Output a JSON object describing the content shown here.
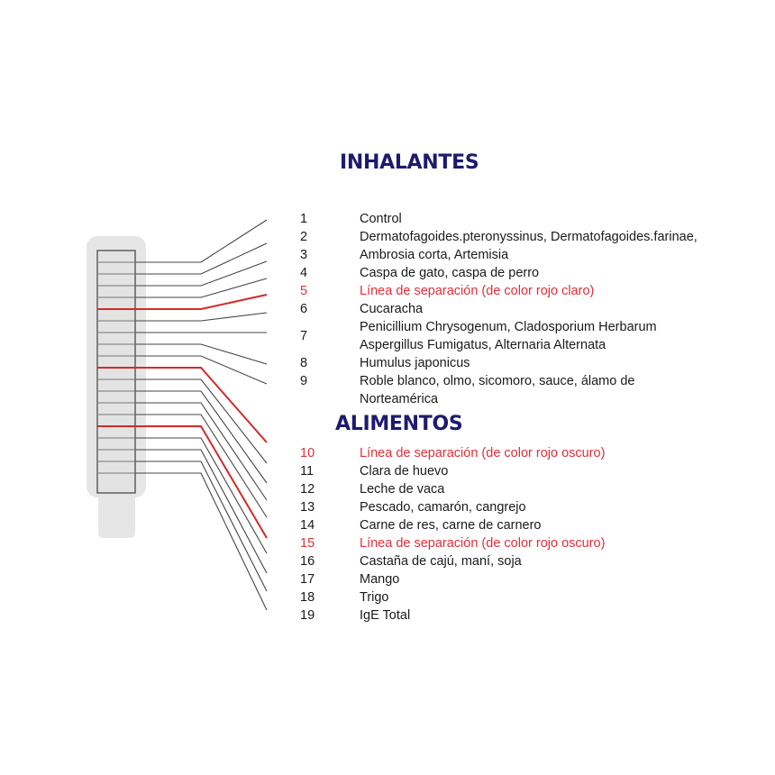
{
  "headings": {
    "inhalantes": "INHALANTES",
    "alimentos": "ALIMENTOS"
  },
  "colors": {
    "heading": "#1e1a6e",
    "red_text": "#e0303a",
    "red_line": "#d42a2a",
    "dark_line": "#444444",
    "strip_pad": "#e6e6e6",
    "strip_band": "#e3e3e3",
    "strip_lines": "#8a8a8a"
  },
  "items": [
    {
      "num": "1",
      "label": "Control",
      "red": false
    },
    {
      "num": "2",
      "label": "Dermatofagoides.pteronyssinus, Dermatofagoides.farinae,",
      "red": false
    },
    {
      "num": "3",
      "label": "Ambrosia corta, Artemisia",
      "red": false
    },
    {
      "num": "4",
      "label": "Caspa de gato,  caspa de perro",
      "red": false
    },
    {
      "num": "5",
      "label": "Línea de separación (de color rojo claro)",
      "red": true
    },
    {
      "num": "6",
      "label": "Cucaracha",
      "red": false
    },
    {
      "num": "7",
      "label": "Penicillium Chrysogenum, Cladosporium Herbarum",
      "label2": "Aspergillus Fumigatus, Alternaria Alternata",
      "red": false
    },
    {
      "num": "8",
      "label": "Humulus japonicus",
      "red": false
    },
    {
      "num": "9",
      "label": "Roble blanco, olmo, sicomoro, sauce, álamo de",
      "label2": "Norteamérica",
      "red": false
    },
    {
      "num": "10",
      "label": "Línea de separación (de color rojo oscuro)",
      "red": true
    },
    {
      "num": "11",
      "label": "Clara de huevo",
      "red": false
    },
    {
      "num": "12",
      "label": "Leche de vaca",
      "red": false
    },
    {
      "num": "13",
      "label": "Pescado, camarón, cangrejo",
      "red": false
    },
    {
      "num": "14",
      "label": "Carne de res, carne de carnero",
      "red": false
    },
    {
      "num": "15",
      "label": "Línea de separación (de color rojo oscuro)",
      "red": true
    },
    {
      "num": "16",
      "label": "Castaña de cajú, maní, soja",
      "red": false
    },
    {
      "num": "17",
      "label": "Mango",
      "red": false
    },
    {
      "num": "18",
      "label": "Trigo",
      "red": false
    },
    {
      "num": "19",
      "label": "IgE Total",
      "red": false
    }
  ]
}
